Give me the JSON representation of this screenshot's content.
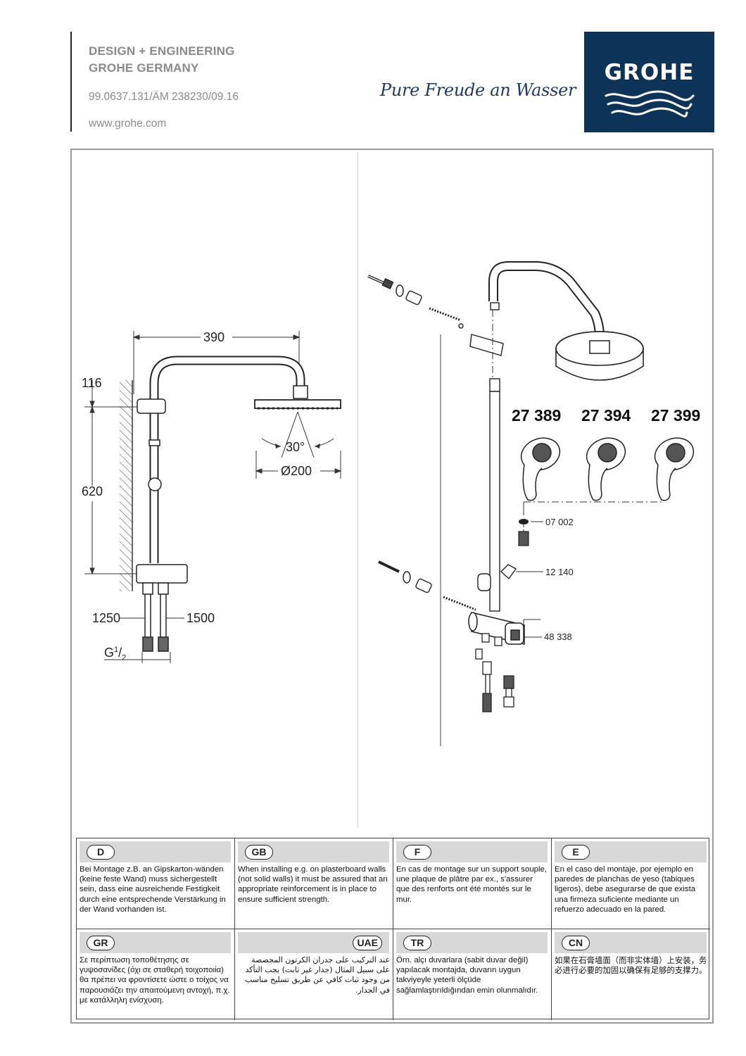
{
  "header": {
    "line1": "DESIGN + ENGINEERING",
    "line2": "GROHE GERMANY",
    "doc_number": "99.0637.131/ÄM 238230/09.16",
    "website": "www.grohe.com",
    "slogan": "Pure Freude an Wasser",
    "logo_text": "GROHE",
    "brand_color": "#0e3359"
  },
  "dimensions": {
    "width_arm": "390",
    "height_top": "116",
    "height_rail": "620",
    "angle": "30°",
    "diameter": "Ø200",
    "hose_left": "1250",
    "hose_right": "1500",
    "thread": "G",
    "thread_num": "1",
    "thread_den": "2"
  },
  "models": [
    "27 389",
    "27 394",
    "27 399"
  ],
  "parts": {
    "washer": "07 002",
    "holder": "12 140",
    "thermostat": "48 338"
  },
  "instructions": [
    {
      "code": "D",
      "text": "Bei Montage z.B. an Gipskarton-wänden (keine feste Wand) muss sichergestellt sein, dass eine ausreichende Festigkeit durch eine entsprechende Verstärkung in der Wand vorhanden ist."
    },
    {
      "code": "GB",
      "text": "When installing e.g. on plasterboard walls (not solid walls) it must be assured that an appropriate reinforcement is in place to ensure sufficient strength."
    },
    {
      "code": "F",
      "text": "En cas de montage sur un support souple, une plaque de plâtre par ex., s'assurer que des renforts ont été montés sur le mur."
    },
    {
      "code": "E",
      "text": "En el caso del montaje, por ejemplo en paredes de planchas de yeso (tabiques ligeros), debe asegurarse de que exista una firmeza suficiente mediante un refuerzo adecuado en la pared."
    },
    {
      "code": "GR",
      "text": "Σε περίπτωση τοποθέτησης σε γυψοσανίδες (όχι σε σταθερή τοιχοποιία) θα πρέπει να φροντίσετε ώστε ο τοίχος να παρουσιάζει την απαιτούμενη αντοχή, π.χ. με κατάλληλη ενίσχυση."
    },
    {
      "code": "UAE",
      "text": "عند التركيب على جدران الكرتون المجصصة على سبيل المثال (جدار غير ثابت) يجب التأكد من وجود ثبات كافي عن طريق تسليح مناسب في الجدار."
    },
    {
      "code": "TR",
      "text": "Örn. alçı duvarlara (sabit duvar değil) yapılacak montajda, duvarın uygun takviyeyle yeterli ölçüde sağlamlaştırıldığından emin olunmalıdır."
    },
    {
      "code": "CN",
      "text": "如果在石膏墙面（而非实体墙）上安装，务必进行必要的加固以确保有足够的支撑力。"
    }
  ]
}
